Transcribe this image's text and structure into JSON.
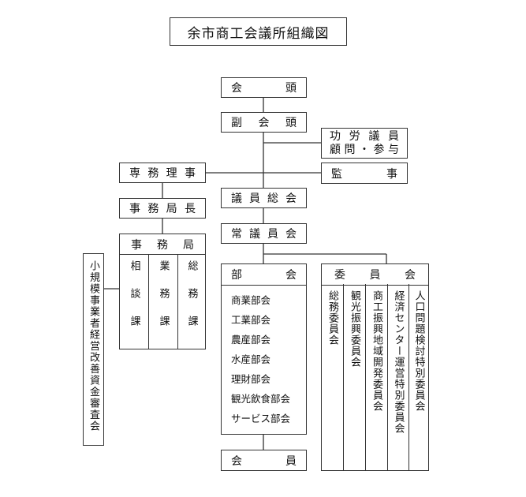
{
  "title": "余市商工会議所組織図",
  "nodes": {
    "chairman": [
      "会",
      "頭"
    ],
    "vice_chairman": [
      "副",
      "会",
      "頭"
    ],
    "advisors": {
      "line1": [
        "功",
        "労",
        "議",
        "員"
      ],
      "line2": [
        "顧",
        "問",
        "・",
        "参",
        "与"
      ]
    },
    "auditor": [
      "監",
      "事"
    ],
    "managing_director": [
      "専",
      "務",
      "理",
      "事"
    ],
    "general_assembly": [
      "議",
      "員",
      "総",
      "会"
    ],
    "standing_council": [
      "常",
      "議",
      "員",
      "会"
    ],
    "secretary_general": [
      "事",
      "務",
      "局",
      "長"
    ],
    "secretariat": {
      "header": [
        "事",
        "務",
        "局"
      ],
      "sections": [
        "相談課",
        "業務課",
        "総務課"
      ]
    },
    "small_business_committee": "小規模事業者経営改善資金審査会",
    "divisions": {
      "header": [
        "部",
        "会"
      ],
      "items": [
        "商業部会",
        "工業部会",
        "農産部会",
        "水産部会",
        "理財部会",
        "観光飲食部会",
        "サービス部会"
      ]
    },
    "members": [
      "会",
      "員"
    ],
    "committees": {
      "header": [
        "委",
        "員",
        "会"
      ],
      "items": [
        "総務委員会",
        "観光振興委員会",
        "商工振興地域開発委員会",
        "経済センター運営特別委員会",
        "人口問題検討特別委員会"
      ]
    }
  }
}
